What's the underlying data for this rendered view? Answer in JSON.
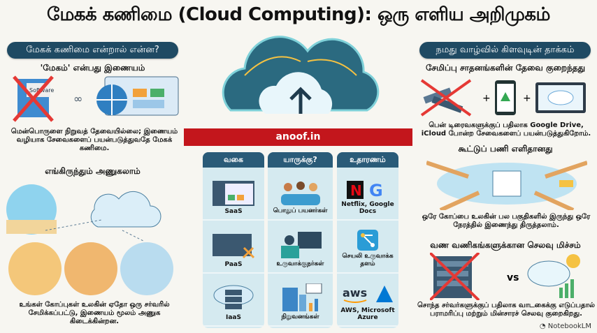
{
  "title": "மேகக் கணிமை (Cloud Computing): ஒரு எளிய அறிமுகம்",
  "left": {
    "header": "மேகக் கணிமை என்றால் என்ன?",
    "s1_title": "'மேகம்' என்பது இணையம்",
    "s1_box_label": "Software",
    "s1_text": "மென்பொருளை நிறுவத் தேவையில்லை; இணையம் வழியாக சேவைகளைப் பயன்படுத்துவதே மேகக் கணிமை.",
    "s2_title": "எங்கிருந்தும் அணுகலாம்",
    "s2_text": "உங்கள் கோப்புகள் உலகின் ஏதோ ஒரு சர்வரில் சேமிக்கப்பட்டு, இணையம் மூலம் அணுக கிடைக்கின்றன."
  },
  "center": {
    "banner": "anoof.in",
    "columns": [
      {
        "header": "வகை",
        "cells": [
          "SaaS",
          "PaaS",
          "IaaS"
        ]
      },
      {
        "header": "யாருக்கு?",
        "cells": [
          "பொதுப் பயனர்கள்",
          "உருவாக்குநர்கள்",
          "நிறுவனங்கள்"
        ]
      },
      {
        "header": "உதாரணம்",
        "cells": [
          "Netflix, Google Docs",
          "செயலி உருவாக்க தளம்",
          "AWS, Microsoft Azure"
        ]
      }
    ]
  },
  "right": {
    "header": "நமது வாழ்வில் கிளவுடின் தாக்கம்",
    "s1_title": "சேமிப்பு சாதனங்களின் தேவை குறைந்தது",
    "s1_text": "பென் டிரைவகளுக்குப் பதிலாக Google Drive, iCloud போன்ற சேவைகளைப் பயன்படுத்துகிறோம்.",
    "s2_title": "கூட்டுப் பணி எளிதானது",
    "s2_text": "ஒரே கோப்பை உலகின் பல பகுதிகளில் இருந்து ஒரே நேரத்தில் இணைந்து திருத்தலாம்.",
    "s3_title": "வண வணிகங்களுக்கான செலவு மிச்சம்",
    "s3_vs": "vs",
    "s3_text": "சொந்த சர்வர்களுக்குப் பதிலாக வாடகைக்கு எடுப்பதால் பராமரிப்பு மற்றும் மின்சாரச் செலவு குறைகிறது."
  },
  "footer": "NotebookLM"
}
